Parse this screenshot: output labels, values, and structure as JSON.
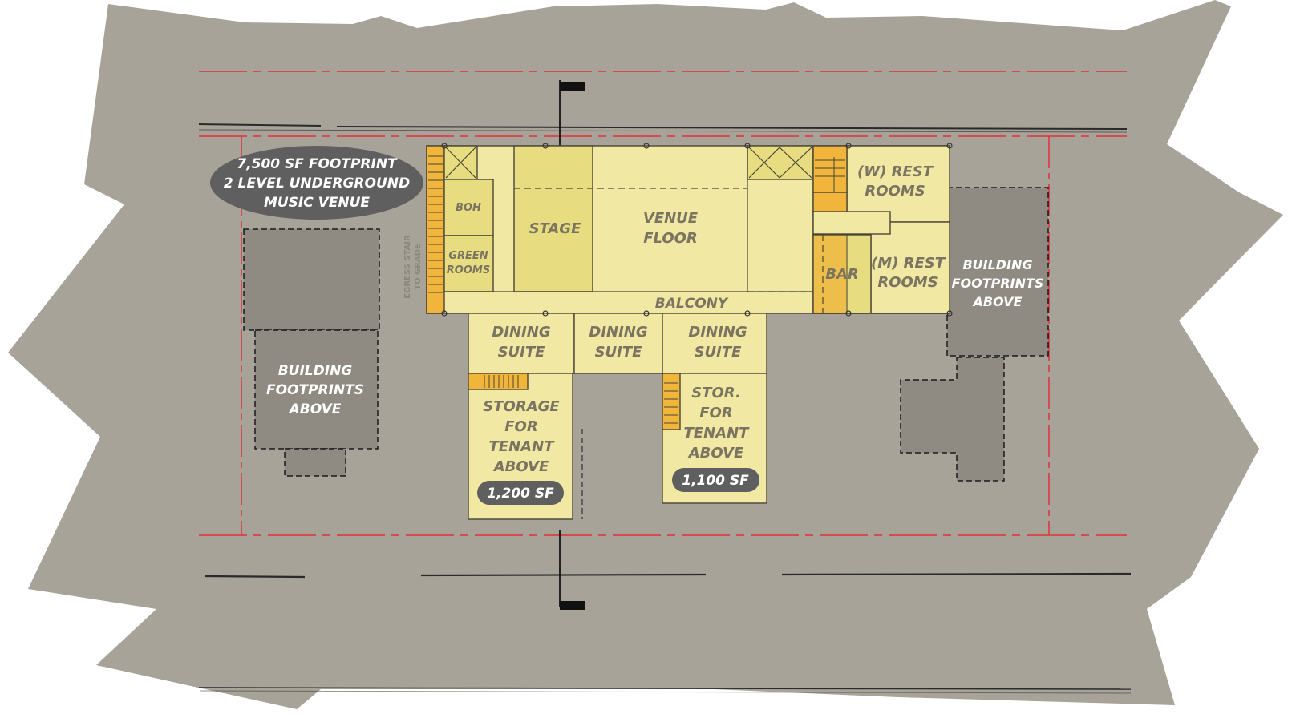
{
  "plan": {
    "venue_note": [
      "7,500 SF FOOTPRINT",
      "2 LEVEL UNDERGROUND",
      "MUSIC VENUE"
    ],
    "egress_stair": [
      "EGRESS STAIR",
      "TO GRADE"
    ],
    "rooms": {
      "boh": "BOH",
      "green_rooms": [
        "GREEN",
        "ROOMS"
      ],
      "stage": "STAGE",
      "venue_floor": [
        "VENUE",
        "FLOOR"
      ],
      "w_rest_rooms": [
        "(W) REST",
        "ROOMS"
      ],
      "m_rest_rooms": [
        "(M) REST",
        "ROOMS"
      ],
      "bar": "BAR",
      "balcony": "BALCONY",
      "dining_suite_1": [
        "DINING",
        "SUITE"
      ],
      "dining_suite_2": [
        "DINING",
        "SUITE"
      ],
      "dining_suite_3": [
        "DINING",
        "SUITE"
      ],
      "storage_left": [
        "STORAGE",
        "FOR",
        "TENANT",
        "ABOVE"
      ],
      "storage_right": [
        "STOR.",
        "FOR",
        "TENANT",
        "ABOVE"
      ]
    },
    "area_badges": {
      "left": "1,200 SF",
      "right": "1,100 SF"
    },
    "footprints": {
      "left": [
        "BUILDING",
        "FOOTPRINTS",
        "ABOVE"
      ],
      "right": [
        "BUILDING",
        "FOOTPRINTS",
        "ABOVE"
      ]
    },
    "colors": {
      "ground": "#a7a399",
      "room_fill": "#f1e8a3",
      "stage_fill": "#e8dc80",
      "stair_fill": "#f0b53a",
      "footprint_fill": "#8f8b82",
      "property_line": "#e0303a",
      "badge_fill": "#5f5f5f"
    }
  }
}
